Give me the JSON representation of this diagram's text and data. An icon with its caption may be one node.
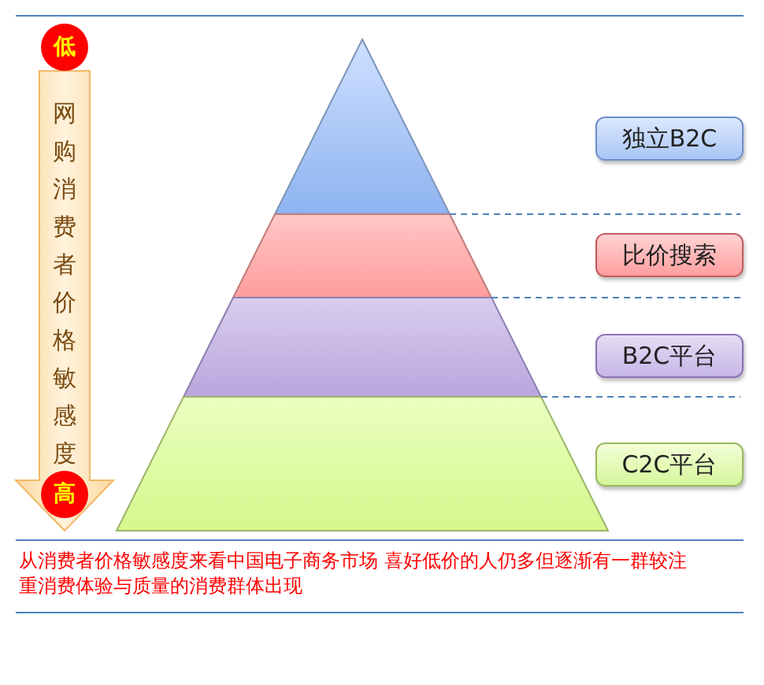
{
  "diagram": {
    "caption": "从消费者价格敏感度来看中国电子商务市场 喜好低价的人仍多但逐渐有一群较注重消费体验与质量的消费群体出现",
    "nodes": [
      {
        "text": [
          "低"
        ]
      },
      {
        "text": [
          "高"
        ]
      },
      {
        "text": [
          "独立B2C"
        ]
      },
      {
        "text": [
          "比价搜索"
        ]
      },
      {
        "text": [
          "B2C平台"
        ]
      },
      {
        "text": [
          "C2C平台"
        ]
      }
    ],
    "edges": [
      {
        "from": 0,
        "to": 1,
        "arrow": "to",
        "label": "网购消费者价格敏感度"
      }
    ]
  }
}
